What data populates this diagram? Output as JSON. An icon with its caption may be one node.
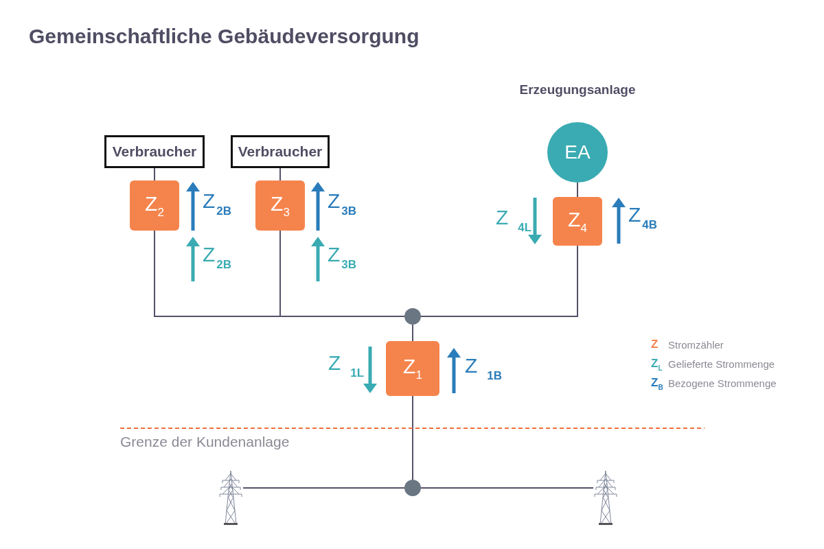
{
  "diagram": {
    "title": "Gemeinschaftliche Gebäudeversorgung",
    "nodes": [
      {
        "text": [
          "Verbraucher"
        ]
      },
      {
        "text": [
          "Verbraucher"
        ]
      },
      {
        "text": [
          "Z$_{2}$"
        ]
      },
      {
        "text": [
          "Z$_{3}$"
        ]
      },
      {
        "text": [
          "EA"
        ],
        "beside": [
          "Erzeugungsanlage"
        ]
      },
      {
        "text": [
          "Z$_{4}$"
        ]
      },
      {
        "text": [],
        "shape": "circle"
      },
      {
        "text": [
          "Z$_{1}$"
        ]
      },
      {
        "text": [],
        "shape": "circle"
      },
      {
        "text": [],
        "shape": "pylon"
      },
      {
        "text": [],
        "shape": "pylon"
      }
    ],
    "edges": [
      {
        "from": 0,
        "to": 2,
        "arrow": "none"
      },
      {
        "from": 1,
        "to": 3,
        "arrow": "none"
      },
      {
        "from": 2,
        "to": 6,
        "arrow": "none"
      },
      {
        "from": 3,
        "to": 6,
        "arrow": "none"
      },
      {
        "from": 4,
        "to": 5,
        "arrow": "none"
      },
      {
        "from": 5,
        "to": 6,
        "arrow": "none"
      },
      {
        "from": 6,
        "to": 7,
        "arrow": "none"
      },
      {
        "from": 7,
        "to": 8,
        "arrow": "none"
      },
      {
        "from": 8,
        "to": 9,
        "arrow": "none"
      },
      {
        "from": 8,
        "to": 10,
        "arrow": "none"
      }
    ],
    "labels": [
      "Z$_{2B}$",
      "Z$_{3B}$",
      "Z$_{4L}$",
      "Z$_{4B}$",
      "Z$_{2B}$",
      "Z$_{3B}$",
      "Z$_{1L}$",
      "Z$_{1B}$",
      "Z",
      "Z$_{L}$",
      "Z$_{B}$",
      "Grenze der Kundenanlage"
    ],
    "legend": [
      {
        "text": "Stromzähler",
        "color": "#f5844c"
      },
      {
        "text": "Gelieferte Strommenge",
        "color": "#3aabb2"
      },
      {
        "text": "Bezogene Strommenge",
        "color": "#2a7cba"
      }
    ]
  }
}
